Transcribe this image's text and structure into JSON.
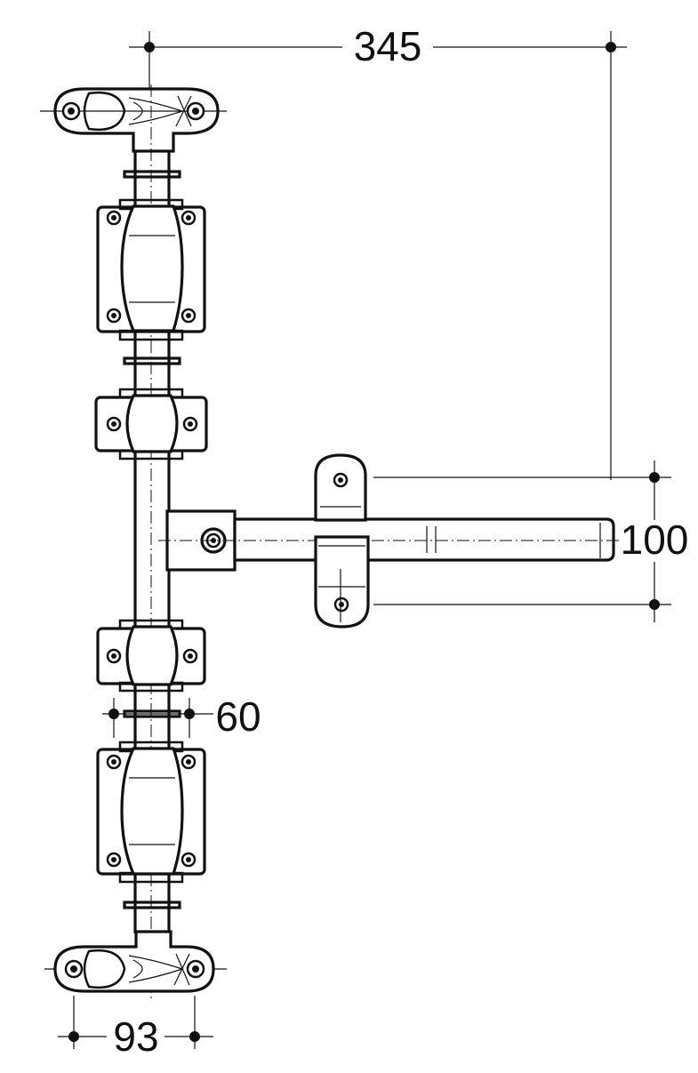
{
  "dimensions": {
    "overall_width": "345",
    "bar_height": "100",
    "rod_width": "60",
    "handle_width": "93"
  }
}
